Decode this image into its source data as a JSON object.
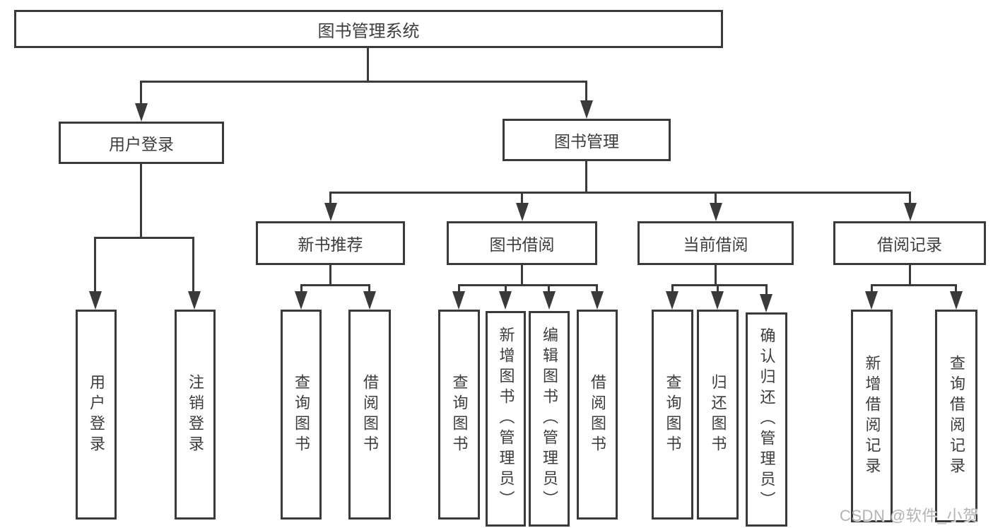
{
  "colors": {
    "line": "#3a3a3a",
    "box_border": "#3a3a3a",
    "text": "#3d3d3d",
    "background": "#ffffff",
    "watermark": "#b3b3b3"
  },
  "watermark": {
    "text": "CSDN @软件_小贺同学"
  },
  "tree": {
    "label": "图书管理系统",
    "children": [
      {
        "label": "用户登录",
        "children": [
          {
            "label": "用户登录"
          },
          {
            "label": "注销登录"
          }
        ]
      },
      {
        "label": "图书管理",
        "children": [
          {
            "label": "新书推荐",
            "children": [
              {
                "label": "查询图书"
              },
              {
                "label": "借阅图书"
              }
            ]
          },
          {
            "label": "图书借阅",
            "children": [
              {
                "label": "查询图书"
              },
              {
                "label": "新增图书（管理员）"
              },
              {
                "label": "编辑图书（管理员）"
              },
              {
                "label": "借阅图书"
              }
            ]
          },
          {
            "label": "当前借阅",
            "children": [
              {
                "label": "查询图书"
              },
              {
                "label": "归还图书"
              },
              {
                "label": "确认归还（管理员）"
              }
            ]
          },
          {
            "label": "借阅记录",
            "children": [
              {
                "label": "新增借阅记录"
              },
              {
                "label": "查询借阅记录"
              }
            ]
          }
        ]
      }
    ]
  }
}
